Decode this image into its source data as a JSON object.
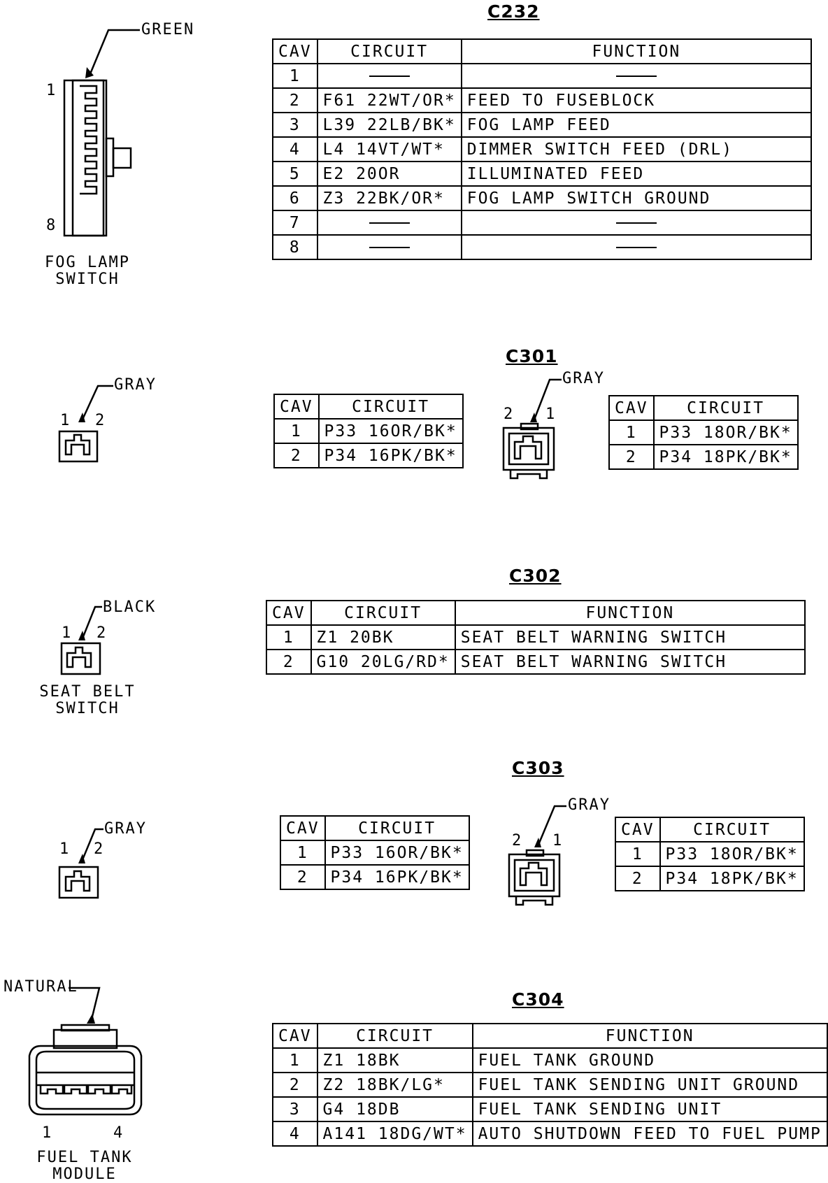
{
  "c232": {
    "title": "C232",
    "headers": [
      "CAV",
      "CIRCUIT",
      "FUNCTION"
    ],
    "rows": [
      {
        "cav": "1",
        "circuit": "",
        "function": ""
      },
      {
        "cav": "2",
        "circuit": "F61 22WT/OR*",
        "function": "FEED TO FUSEBLOCK"
      },
      {
        "cav": "3",
        "circuit": "L39 22LB/BK*",
        "function": "FOG LAMP FEED"
      },
      {
        "cav": "4",
        "circuit": "L4 14VT/WT*",
        "function": "DIMMER SWITCH FEED (DRL)"
      },
      {
        "cav": "5",
        "circuit": "E2 20OR",
        "function": "ILLUMINATED FEED"
      },
      {
        "cav": "6",
        "circuit": "Z3 22BK/OR*",
        "function": "FOG LAMP SWITCH GROUND"
      },
      {
        "cav": "7",
        "circuit": "",
        "function": ""
      },
      {
        "cav": "8",
        "circuit": "",
        "function": ""
      }
    ],
    "connector": {
      "color": "GREEN",
      "pin_first": "1",
      "pin_last": "8",
      "name_line1": "FOG LAMP",
      "name_line2": "SWITCH"
    }
  },
  "c301": {
    "title": "C301",
    "left_connector": {
      "color": "GRAY",
      "pin1": "1",
      "pin2": "2"
    },
    "mid_connector": {
      "color": "GRAY",
      "pin_left": "2",
      "pin_right": "1"
    },
    "left_table": {
      "headers": [
        "CAV",
        "CIRCUIT"
      ],
      "rows": [
        {
          "cav": "1",
          "circuit": "P33 16OR/BK*"
        },
        {
          "cav": "2",
          "circuit": "P34 16PK/BK*"
        }
      ]
    },
    "right_table": {
      "headers": [
        "CAV",
        "CIRCUIT"
      ],
      "rows": [
        {
          "cav": "1",
          "circuit": "P33 18OR/BK*"
        },
        {
          "cav": "2",
          "circuit": "P34 18PK/BK*"
        }
      ]
    }
  },
  "c302": {
    "title": "C302",
    "headers": [
      "CAV",
      "CIRCUIT",
      "FUNCTION"
    ],
    "rows": [
      {
        "cav": "1",
        "circuit": "Z1 20BK",
        "function": "SEAT BELT WARNING SWITCH"
      },
      {
        "cav": "2",
        "circuit": "G10 20LG/RD*",
        "function": "SEAT BELT WARNING SWITCH"
      }
    ],
    "connector": {
      "color": "BLACK",
      "pin1": "1",
      "pin2": "2",
      "name_line1": "SEAT BELT",
      "name_line2": "SWITCH"
    }
  },
  "c303": {
    "title": "C303",
    "left_connector": {
      "color": "GRAY",
      "pin1": "1",
      "pin2": "2"
    },
    "mid_connector": {
      "color": "GRAY",
      "pin_left": "2",
      "pin_right": "1"
    },
    "left_table": {
      "headers": [
        "CAV",
        "CIRCUIT"
      ],
      "rows": [
        {
          "cav": "1",
          "circuit": "P33 16OR/BK*"
        },
        {
          "cav": "2",
          "circuit": "P34 16PK/BK*"
        }
      ]
    },
    "right_table": {
      "headers": [
        "CAV",
        "CIRCUIT"
      ],
      "rows": [
        {
          "cav": "1",
          "circuit": "P33 18OR/BK*"
        },
        {
          "cav": "2",
          "circuit": "P34 18PK/BK*"
        }
      ]
    }
  },
  "c304": {
    "title": "C304",
    "headers": [
      "CAV",
      "CIRCUIT",
      "FUNCTION"
    ],
    "rows": [
      {
        "cav": "1",
        "circuit": "Z1 18BK",
        "function": "FUEL TANK GROUND"
      },
      {
        "cav": "2",
        "circuit": "Z2 18BK/LG*",
        "function": "FUEL TANK SENDING UNIT GROUND"
      },
      {
        "cav": "3",
        "circuit": "G4 18DB",
        "function": "FUEL TANK SENDING UNIT"
      },
      {
        "cav": "4",
        "circuit": "A141 18DG/WT*",
        "function": "AUTO SHUTDOWN FEED TO FUEL PUMP"
      }
    ],
    "connector": {
      "color": "NATURAL",
      "pin_first": "1",
      "pin_last": "4",
      "name_line1": "FUEL TANK",
      "name_line2": "MODULE"
    }
  }
}
